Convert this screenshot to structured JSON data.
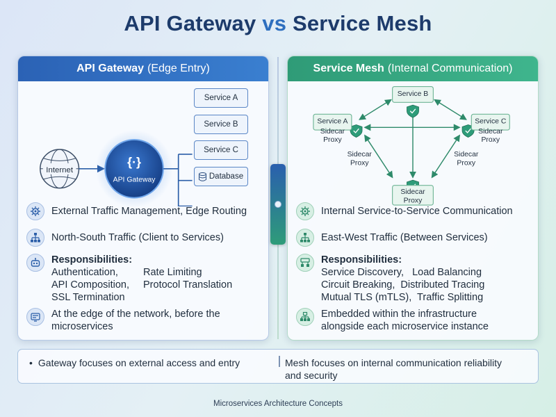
{
  "title": {
    "part1": "API Gateway",
    "vs": "vs",
    "part2": "Service Mesh"
  },
  "left_panel": {
    "header_bold": "API Gateway",
    "header_rest": "(Edge Entry)",
    "diagram": {
      "internet": "Internet",
      "gateway": "API Gateway",
      "gateway_symbol": "{·}",
      "services": [
        "Service A",
        "Service B",
        "Service C"
      ],
      "database": "Database"
    },
    "features": {
      "f1": "External Traffic Management, Edge Routing",
      "f2": "North-South Traffic (Client to Services)",
      "resp_title": "Responsibilities:",
      "resp_col1": [
        "Authentication,",
        "API Composition,",
        "SSL Termination"
      ],
      "resp_col2": [
        "Rate Limiting",
        "Protocol Translation"
      ],
      "f4_line1": "At the edge of the network, before the",
      "f4_line2": "microservices"
    }
  },
  "right_panel": {
    "header_bold": "Service Mesh",
    "header_rest": "(Internal Communication)",
    "diagram": {
      "service_b": "Service B",
      "service_a": "Service A",
      "service_c": "Service C",
      "sidecar": "Sidecar",
      "proxy": "Proxy"
    },
    "features": {
      "f1": "Internal Service-to-Service Communication",
      "f2": "East-West Traffic (Between Services)",
      "resp_title": "Responsibilities:",
      "resp_lines": [
        "Service Discovery,   Load Balancing",
        "Circuit Breaking,  Distributed Tracing",
        "Mutual TLS (mTLS),  Traffic Splitting"
      ],
      "f4_line1": "Embedded within the infrastructure",
      "f4_line2": "alongside each microservice instance"
    }
  },
  "footer": {
    "left": "Gateway focuses on external access and entry",
    "right": "Mesh focuses on internal communication reliability and security",
    "bullet": "•"
  },
  "caption": "Microservices Architecture Concepts",
  "colors": {
    "blue": "#2b62b5",
    "green": "#2f9b77",
    "navy": "#1d3b6b"
  }
}
